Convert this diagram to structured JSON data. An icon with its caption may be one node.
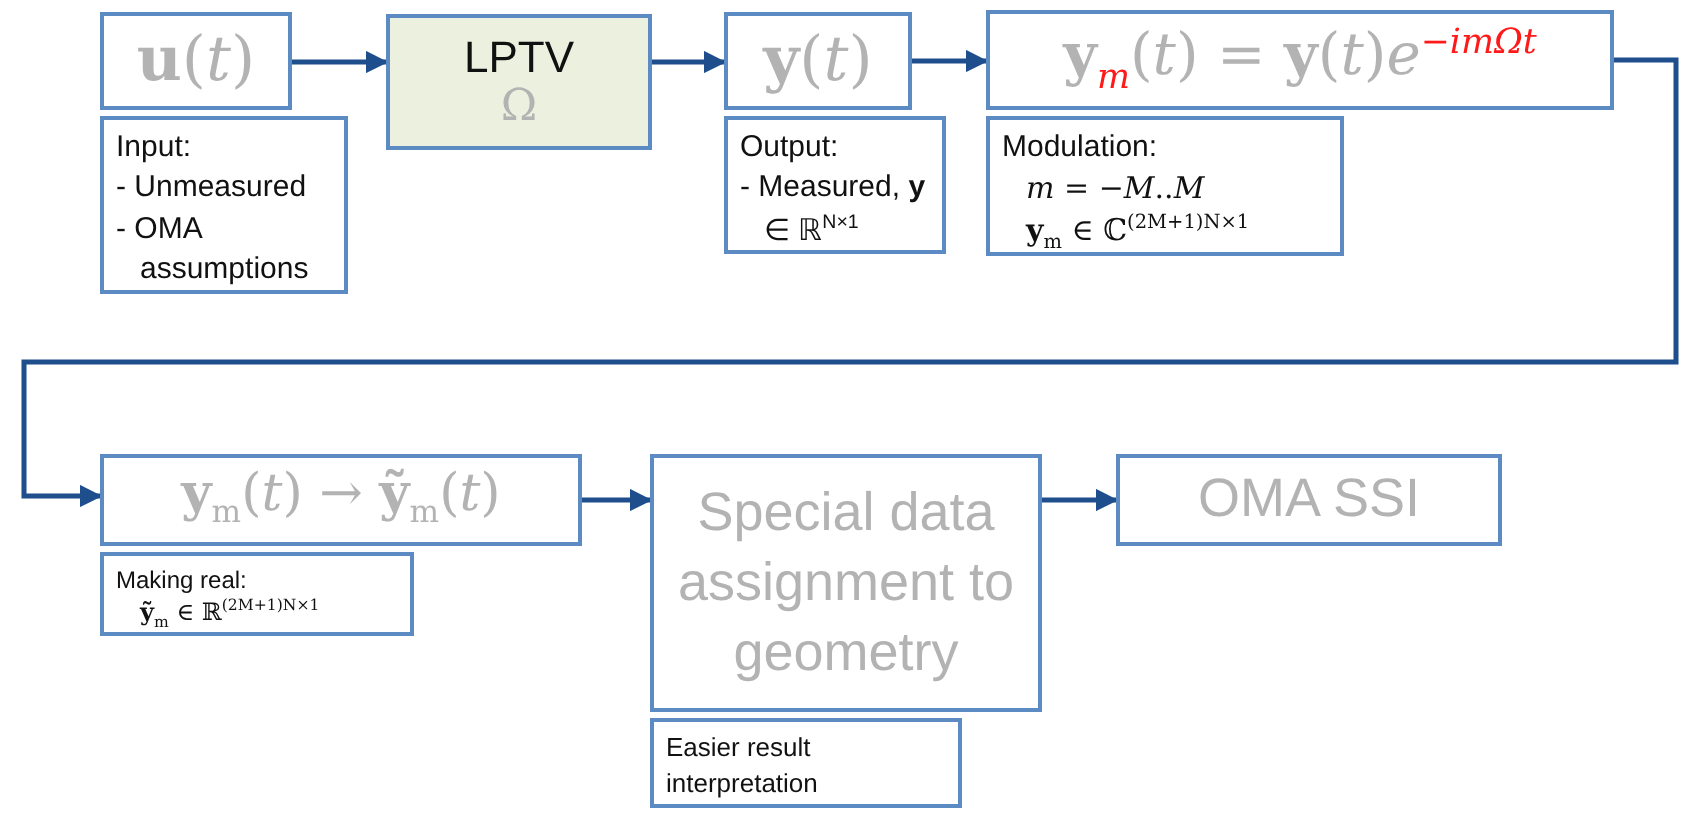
{
  "diagram": {
    "nodes": [
      {
        "text": [
          "**u**(*t*)"
        ]
      },
      {
        "text": [
          "Input:",
          "- Unmeasured",
          "- OMA assumptions"
        ]
      },
      {
        "text": [
          "LPTV",
          "Ω"
        ]
      },
      {
        "text": [
          "**y**(*t*)"
        ]
      },
      {
        "text": [
          "Output:",
          "- Measured, **y** ∈ ℝ$^{N×1}$"
        ]
      },
      {
        "text": [
          "**y**$_{m}$(*t*) = **y**(*t*)*e*$^{−imΩt}$"
        ]
      },
      {
        "text": [
          "Modulation:",
          "*m* = −*M*..*M*",
          "**y**$_{m}$ ∈ ℂ$^{(2M+1)N×1}$"
        ]
      },
      {
        "text": [
          "**y**$_{m}$(*t*) → **ỹ**$_{m}$(*t*)"
        ]
      },
      {
        "text": [
          "Making real:",
          "**ỹ**$_{m}$ ∈ ℝ$^{(2M+1)N×1}$"
        ]
      },
      {
        "text": [
          "Special data assignment to geometry"
        ]
      },
      {
        "text": [
          "Easier result interpretation"
        ]
      },
      {
        "text": [
          "OMA SSI"
        ]
      }
    ],
    "edges": [
      {
        "from": 0,
        "to": 2,
        "arrow": "to"
      },
      {
        "from": 2,
        "to": 3,
        "arrow": "to"
      },
      {
        "from": 3,
        "to": 5,
        "arrow": "to"
      },
      {
        "from": 5,
        "to": 7,
        "arrow": "to"
      },
      {
        "from": 7,
        "to": 9,
        "arrow": "to"
      },
      {
        "from": 9,
        "to": 11,
        "arrow": "to"
      }
    ]
  }
}
